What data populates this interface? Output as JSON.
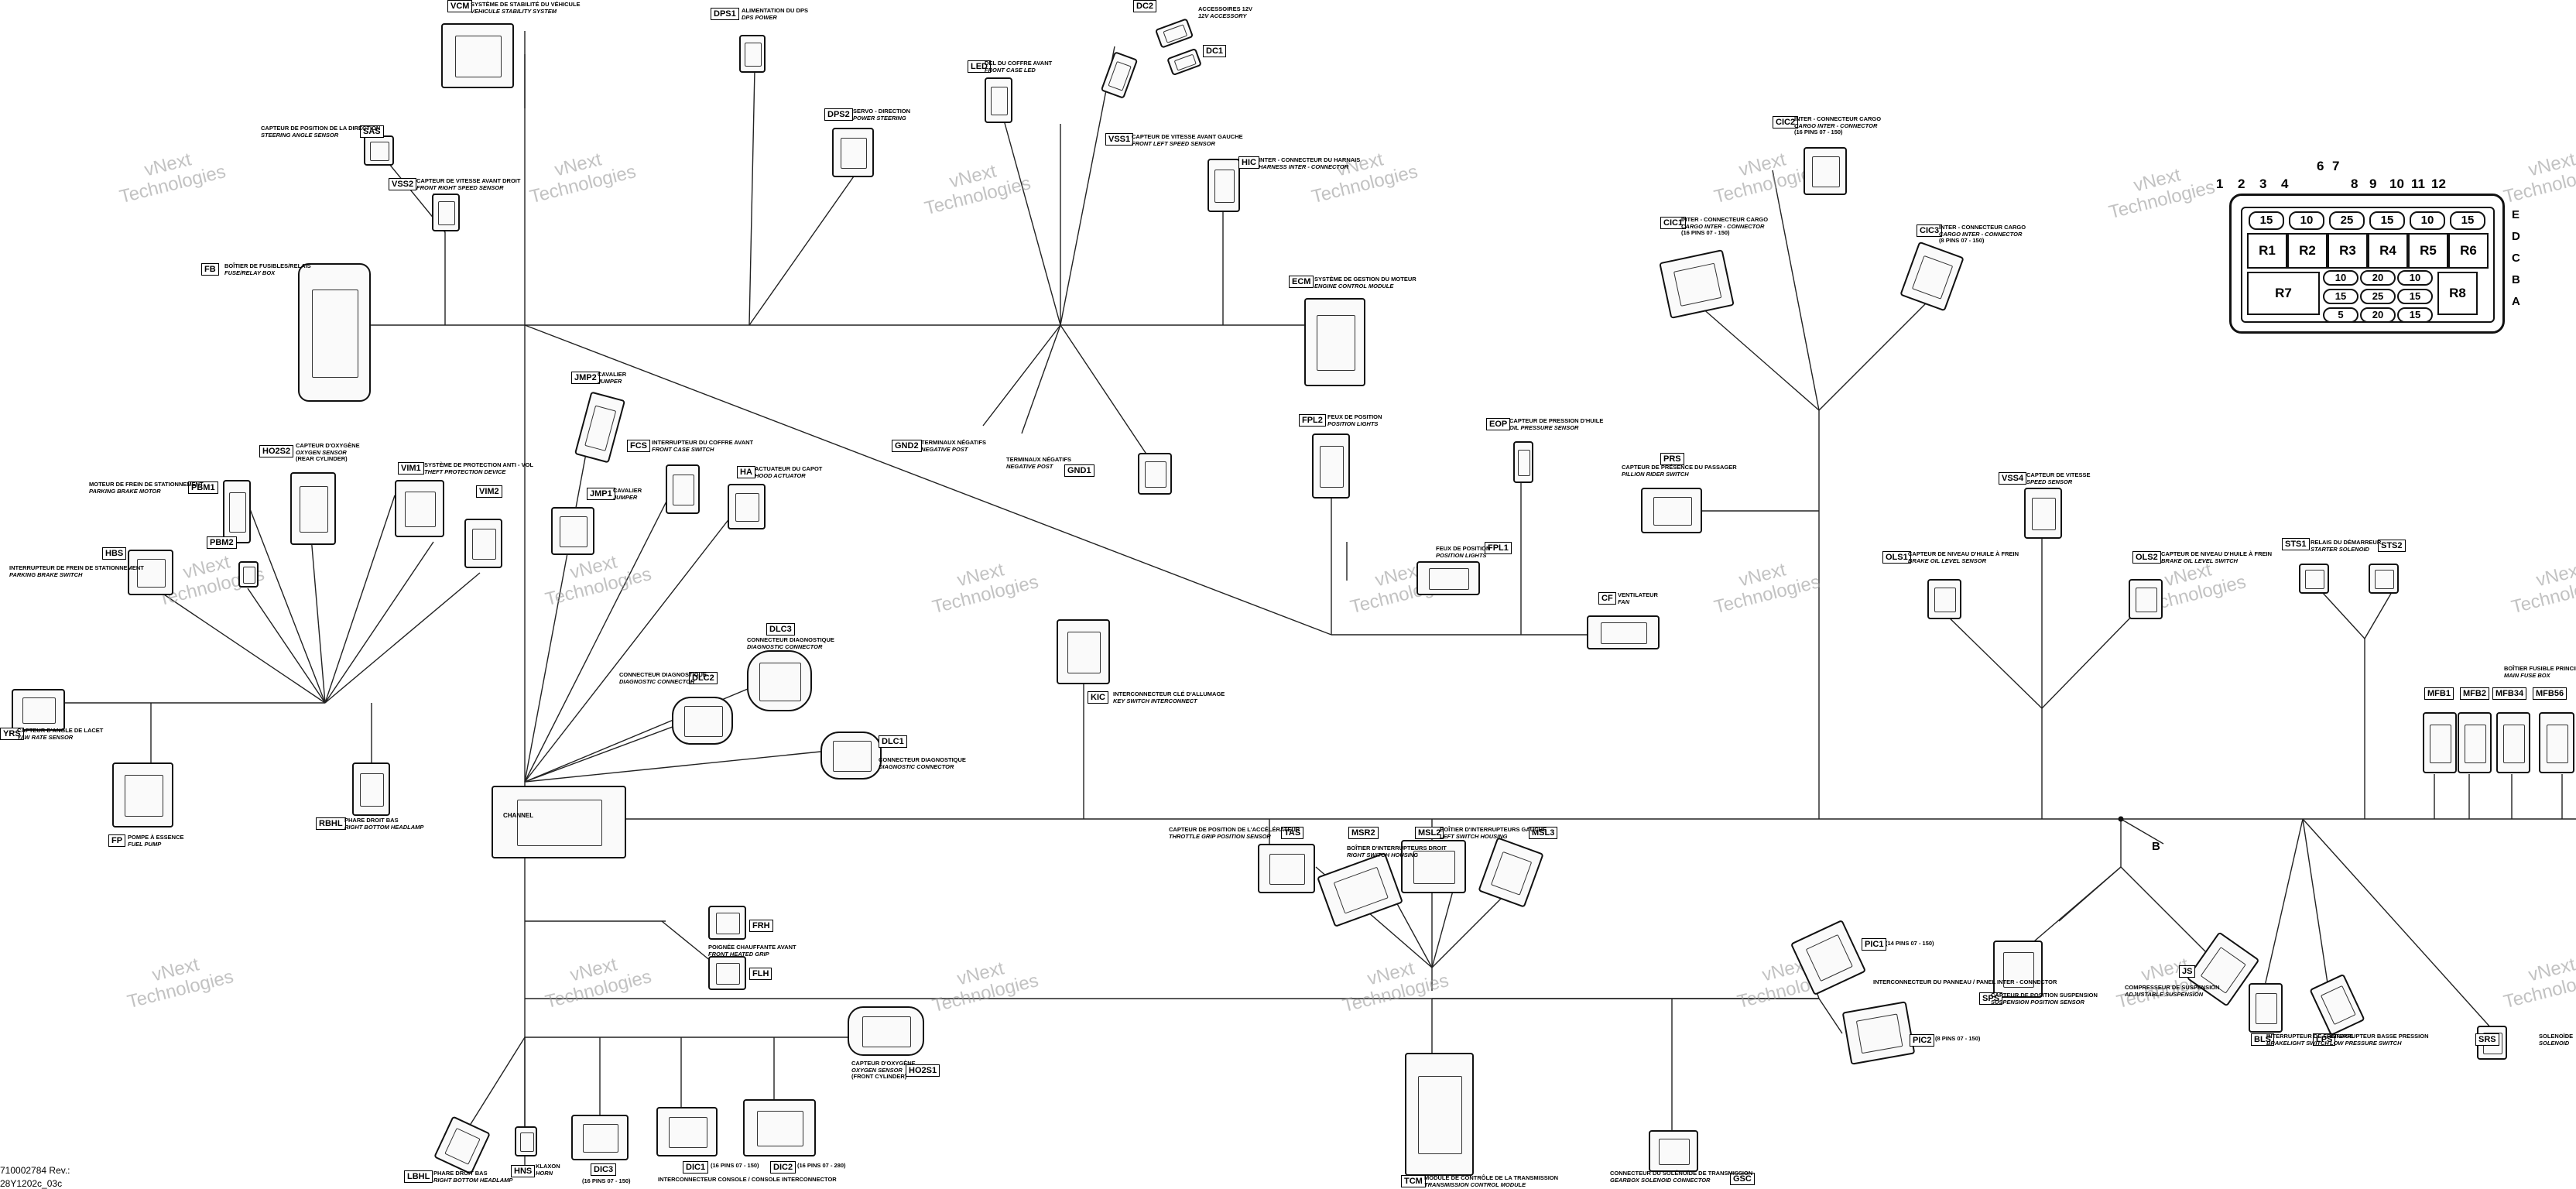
{
  "footer": {
    "doc_ref": "710002784 Rev.:",
    "sheet": "28Y1202c_03c"
  },
  "watermark": {
    "line1": "vNext",
    "line2": "Technologies"
  },
  "branch_label": "B",
  "connectors": [
    {
      "code": "VCM",
      "fr": "SYSTÈME DE STABILITÉ DU VÉHICULE",
      "en": "VEHICULE STABILITY SYSTEM"
    },
    {
      "code": "DPS1",
      "fr": "ALIMENTATION DU DPS",
      "en": "DPS POWER"
    },
    {
      "code": "DC2",
      "fr": "ACCESSOIRES 12V",
      "en": "12V ACCESSORY"
    },
    {
      "code": "DC1",
      "fr": "",
      "en": ""
    },
    {
      "code": "LED",
      "fr": "DEL DU COFFRE AVANT",
      "en": "FRONT CASE LED"
    },
    {
      "code": "DPS2",
      "fr": "SERVO - DIRECTION",
      "en": "POWER STEERING"
    },
    {
      "code": "VSS1",
      "fr": "CAPTEUR DE VITESSE AVANT GAUCHE",
      "en": "FRONT LEFT SPEED SENSOR"
    },
    {
      "code": "HIC",
      "fr": "INTER - CONNECTEUR DU HARNAIS",
      "en": "HARNESS INTER - CONNECTOR"
    },
    {
      "code": "SAS",
      "fr": "CAPTEUR DE POSITION DE LA DIRECTION",
      "en": "STEERING ANGLE SENSOR"
    },
    {
      "code": "VSS2",
      "fr": "CAPTEUR DE VITESSE AVANT DROIT",
      "en": "FRONT RIGHT SPEED SENSOR"
    },
    {
      "code": "FB",
      "fr": "BOÎTIER DE FUSIBLES/RELAIS",
      "en": "FUSE/RELAY BOX"
    },
    {
      "code": "CIC2",
      "fr": "INTER - CONNECTEUR CARGO",
      "en": "CARGO INTER - CONNECTOR"
    },
    {
      "code": "CIC1",
      "fr": "INTER - CONNECTEUR CARGO",
      "en": "CARGO INTER - CONNECTOR"
    },
    {
      "code": "CIC3",
      "fr": "INTER - CONNECTEUR CARGO",
      "en": "CARGO INTER - CONNECTOR"
    },
    {
      "code": "ECM",
      "fr": "SYSTÈME DE GESTION DU MOTEUR",
      "en": "ENGINE CONTROL MODULE"
    },
    {
      "code": "JMP2",
      "fr": "CAVALIER",
      "en": "JUMPER"
    },
    {
      "code": "JMP1",
      "fr": "CAVALIER",
      "en": "JUMPER"
    },
    {
      "code": "HO2S2",
      "fr": "CAPTEUR D'OXYGÈNE",
      "en": "OXYGEN SENSOR"
    },
    {
      "code": "VIM1",
      "fr": "SYSTÈME DE PROTECTION ANTI - VOL",
      "en": "THEFT PROTECTION DEVICE"
    },
    {
      "code": "VIM2",
      "fr": "",
      "en": ""
    },
    {
      "code": "PBM1",
      "fr": "MOTEUR DE FREIN DE STATIONNEMENT",
      "en": "PARKING BRAKE MOTOR"
    },
    {
      "code": "PBM2",
      "fr": "",
      "en": ""
    },
    {
      "code": "FCS",
      "fr": "INTERRUPTEUR DU COFFRE AVANT",
      "en": "FRONT CASE SWITCH"
    },
    {
      "code": "HA",
      "fr": "ACTUATEUR DU CAPOT",
      "en": "HOOD ACTUATOR"
    },
    {
      "code": "GND2",
      "fr": "TERMINAUX NÉGATIFS",
      "en": "NEGATIVE POST"
    },
    {
      "code": "GND1",
      "fr": "TERMINAUX NÉGATIFS",
      "en": "NEGATIVE POST"
    },
    {
      "code": "FPL2",
      "fr": "FEUX DE POSITION",
      "en": "POSITION LIGHTS"
    },
    {
      "code": "FPL1",
      "fr": "FEUX DE POSITION",
      "en": "POSITION LIGHTS"
    },
    {
      "code": "EOP",
      "fr": "CAPTEUR DE PRESSION D'HUILE",
      "en": "OIL PRESSURE SENSOR"
    },
    {
      "code": "PRS",
      "fr": "CAPTEUR DE PRÉSENCE DU PASSAGER",
      "en": "PILLION RIDER SWITCH"
    },
    {
      "code": "VSS4",
      "fr": "CAPTEUR DE VITESSE",
      "en": "SPEED SENSOR"
    },
    {
      "code": "HBS",
      "fr": "INTERRUPTEUR DE FREIN DE STATIONNEMENT",
      "en": "PARKING BRAKE SWITCH"
    },
    {
      "code": "OLS1",
      "fr": "CAPTEUR DE NIVEAU D'HUILE À FREIN",
      "en": "BRAKE OIL LEVEL SENSOR"
    },
    {
      "code": "OLS2",
      "fr": "CAPTEUR DE NIVEAU D'HUILE À FREIN",
      "en": "BRAKE OIL LEVEL SWITCH"
    },
    {
      "code": "STS1",
      "fr": "RELAIS DU DÉMARREUR",
      "en": "STARTER SOLENOID"
    },
    {
      "code": "STS2",
      "fr": "",
      "en": ""
    },
    {
      "code": "DLC3",
      "fr": "CONNECTEUR DIAGNOSTIQUE",
      "en": "DIAGNOSTIC CONNECTOR"
    },
    {
      "code": "DLC2",
      "fr": "CONNECTEUR DIAGNOSTIQUE",
      "en": "DIAGNOSTIC CONNECTOR"
    },
    {
      "code": "DLC1",
      "fr": "CONNECTEUR DIAGNOSTIQUE",
      "en": "DIAGNOSTIC CONNECTOR"
    },
    {
      "code": "KIC",
      "fr": "INTERCONNECTEUR CLÉ D'ALLUMAGE",
      "en": "KEY SWITCH INTERCONNECT"
    },
    {
      "code": "CF",
      "fr": "VENTILATEUR",
      "en": "FAN"
    },
    {
      "code": "YRS",
      "fr": "CAPTEUR D'ANGLE DE LACET",
      "en": "YAW RATE SENSOR"
    },
    {
      "code": "MFB1",
      "fr": "BOÎTIER FUSIBLE PRINCIPAL",
      "en": "MAIN FUSE BOX"
    },
    {
      "code": "MFB2",
      "fr": "",
      "en": ""
    },
    {
      "code": "MFB34",
      "fr": "",
      "en": ""
    },
    {
      "code": "MFB56",
      "fr": "",
      "en": ""
    },
    {
      "code": "FP",
      "fr": "POMPE À ESSENCE",
      "en": "FUEL PUMP"
    },
    {
      "code": "RBHL",
      "fr": "PHARE DROIT BAS",
      "en": "RIGHT BOTTOM HEADLAMP"
    },
    {
      "code": "TAS",
      "fr": "CAPTEUR DE POSITION DE L'ACCÉLÉRATEUR",
      "en": "THROTTLE GRIP POSITION SENSOR"
    },
    {
      "code": "MSR2",
      "fr": "BOÎTIER D'INTERRUPTEURS DROIT",
      "en": "RIGHT SWITCH HOUSING"
    },
    {
      "code": "MSL2",
      "fr": "BOÎTIER D'INTERRUPTEURS GAUCHE",
      "en": "LEFT SWITCH HOUSING"
    },
    {
      "code": "MSL3",
      "fr": "",
      "en": ""
    },
    {
      "code": "FRH",
      "fr": "POIGNÉE CHAUFFANTE AVANT",
      "en": "FRONT HEATED GRIP"
    },
    {
      "code": "FLH",
      "fr": "",
      "en": ""
    },
    {
      "code": "PIC1",
      "fr": "(14 PINS 07 - 150)",
      "en": "INTERCONNECTEUR DU PANNEAU / PANEL INTER - CONNECTOR"
    },
    {
      "code": "PIC2",
      "fr": "(8 PINS 07 - 150)",
      "en": ""
    },
    {
      "code": "SPS",
      "fr": "CAPTEUR DE POSITION SUSPENSION",
      "en": "SUSPENSION POSITION SENSOR"
    },
    {
      "code": "JS",
      "fr": "COMPRESSEUR DE SUSPENSION",
      "en": "ADJUSTABLE SUSPENSION"
    },
    {
      "code": "BLS",
      "fr": "INTERRUPTEUR DE FREINAGE",
      "en": "BRAKELIGHT SWITCH"
    },
    {
      "code": "LPS",
      "fr": "INTERRUPTEUR BASSE PRESSION",
      "en": "LOW PRESSURE SWITCH"
    },
    {
      "code": "SRS",
      "fr": "SOLENOÏDE",
      "en": "SOLENOID"
    },
    {
      "code": "HO2S1",
      "fr": "CAPTEUR D'OXYGÈNE",
      "en": "OXYGEN SENSOR"
    },
    {
      "code": "LBHL",
      "fr": "PHARE DROIT BAS",
      "en": "RIGHT BOTTOM HEADLAMP"
    },
    {
      "code": "HNS",
      "fr": "KLAXON",
      "en": "HORN"
    },
    {
      "code": "DIC3",
      "fr": "(16 PINS 07 - 150)",
      "en": ""
    },
    {
      "code": "DIC1",
      "fr": "(16 PINS 07 - 150)",
      "en": "INTERCONNECTEUR CONSOLE / CONSOLE INTERCONNECTOR"
    },
    {
      "code": "DIC2",
      "fr": "(16 PINS 07 - 280)",
      "en": ""
    },
    {
      "code": "TCM",
      "fr": "MODULE DE CONTRÔLE DE LA TRANSMISSION",
      "en": "TRANSMISSION CONTROL MODULE"
    },
    {
      "code": "GSC",
      "fr": "CONNECTEUR DU SOLÉNOÏDE DE TRANSMISSION",
      "en": "GEARBOX SOLENOID CONNECTOR"
    },
    {
      "code": "CHANNEL",
      "fr": "",
      "en": ""
    }
  ],
  "relay_box": {
    "pin_numbers": [
      "1",
      "2",
      "3",
      "4",
      "6",
      "7",
      "8",
      "9",
      "10",
      "11",
      "12"
    ],
    "row_letters": [
      "E",
      "D",
      "C",
      "B",
      "A"
    ],
    "fuses_top": [
      "15",
      "10",
      "25",
      "15",
      "10",
      "15"
    ],
    "relays_mid": [
      "R1",
      "R2",
      "R3",
      "R4",
      "R5",
      "R6"
    ],
    "relay_left": "R7",
    "relay_right": "R8",
    "fuses_lower": [
      [
        "10",
        "20",
        "10"
      ],
      [
        "15",
        "25",
        "15"
      ],
      [
        "5",
        "20",
        "15"
      ]
    ]
  }
}
